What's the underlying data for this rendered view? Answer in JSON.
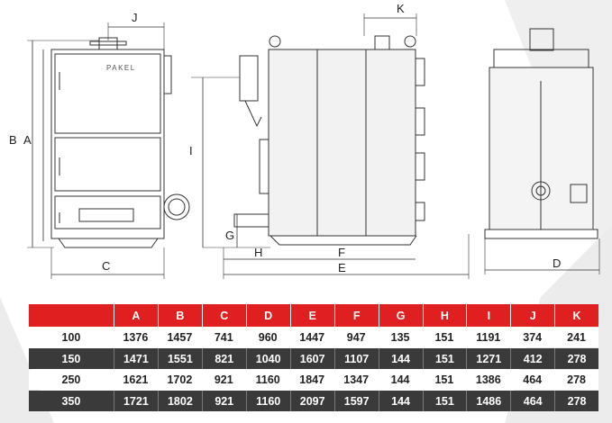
{
  "dimension_labels": {
    "A": "A",
    "B": "B",
    "C": "C",
    "D": "D",
    "E": "E",
    "F": "F",
    "G": "G",
    "H": "H",
    "I": "I",
    "J": "J",
    "K": "K"
  },
  "logo_text": "PAKEL",
  "table": {
    "headers": [
      "",
      "A",
      "B",
      "C",
      "D",
      "E",
      "F",
      "G",
      "H",
      "I",
      "J",
      "K"
    ],
    "rows": [
      [
        "100",
        "1376",
        "1457",
        "741",
        "960",
        "1447",
        "947",
        "135",
        "151",
        "1191",
        "374",
        "241"
      ],
      [
        "150",
        "1471",
        "1551",
        "821",
        "1040",
        "1607",
        "1107",
        "144",
        "151",
        "1271",
        "412",
        "278"
      ],
      [
        "250",
        "1621",
        "1702",
        "921",
        "1160",
        "1847",
        "1347",
        "144",
        "151",
        "1386",
        "464",
        "278"
      ],
      [
        "350",
        "1721",
        "1802",
        "921",
        "1160",
        "2097",
        "1597",
        "144",
        "151",
        "1486",
        "464",
        "278"
      ]
    ]
  }
}
